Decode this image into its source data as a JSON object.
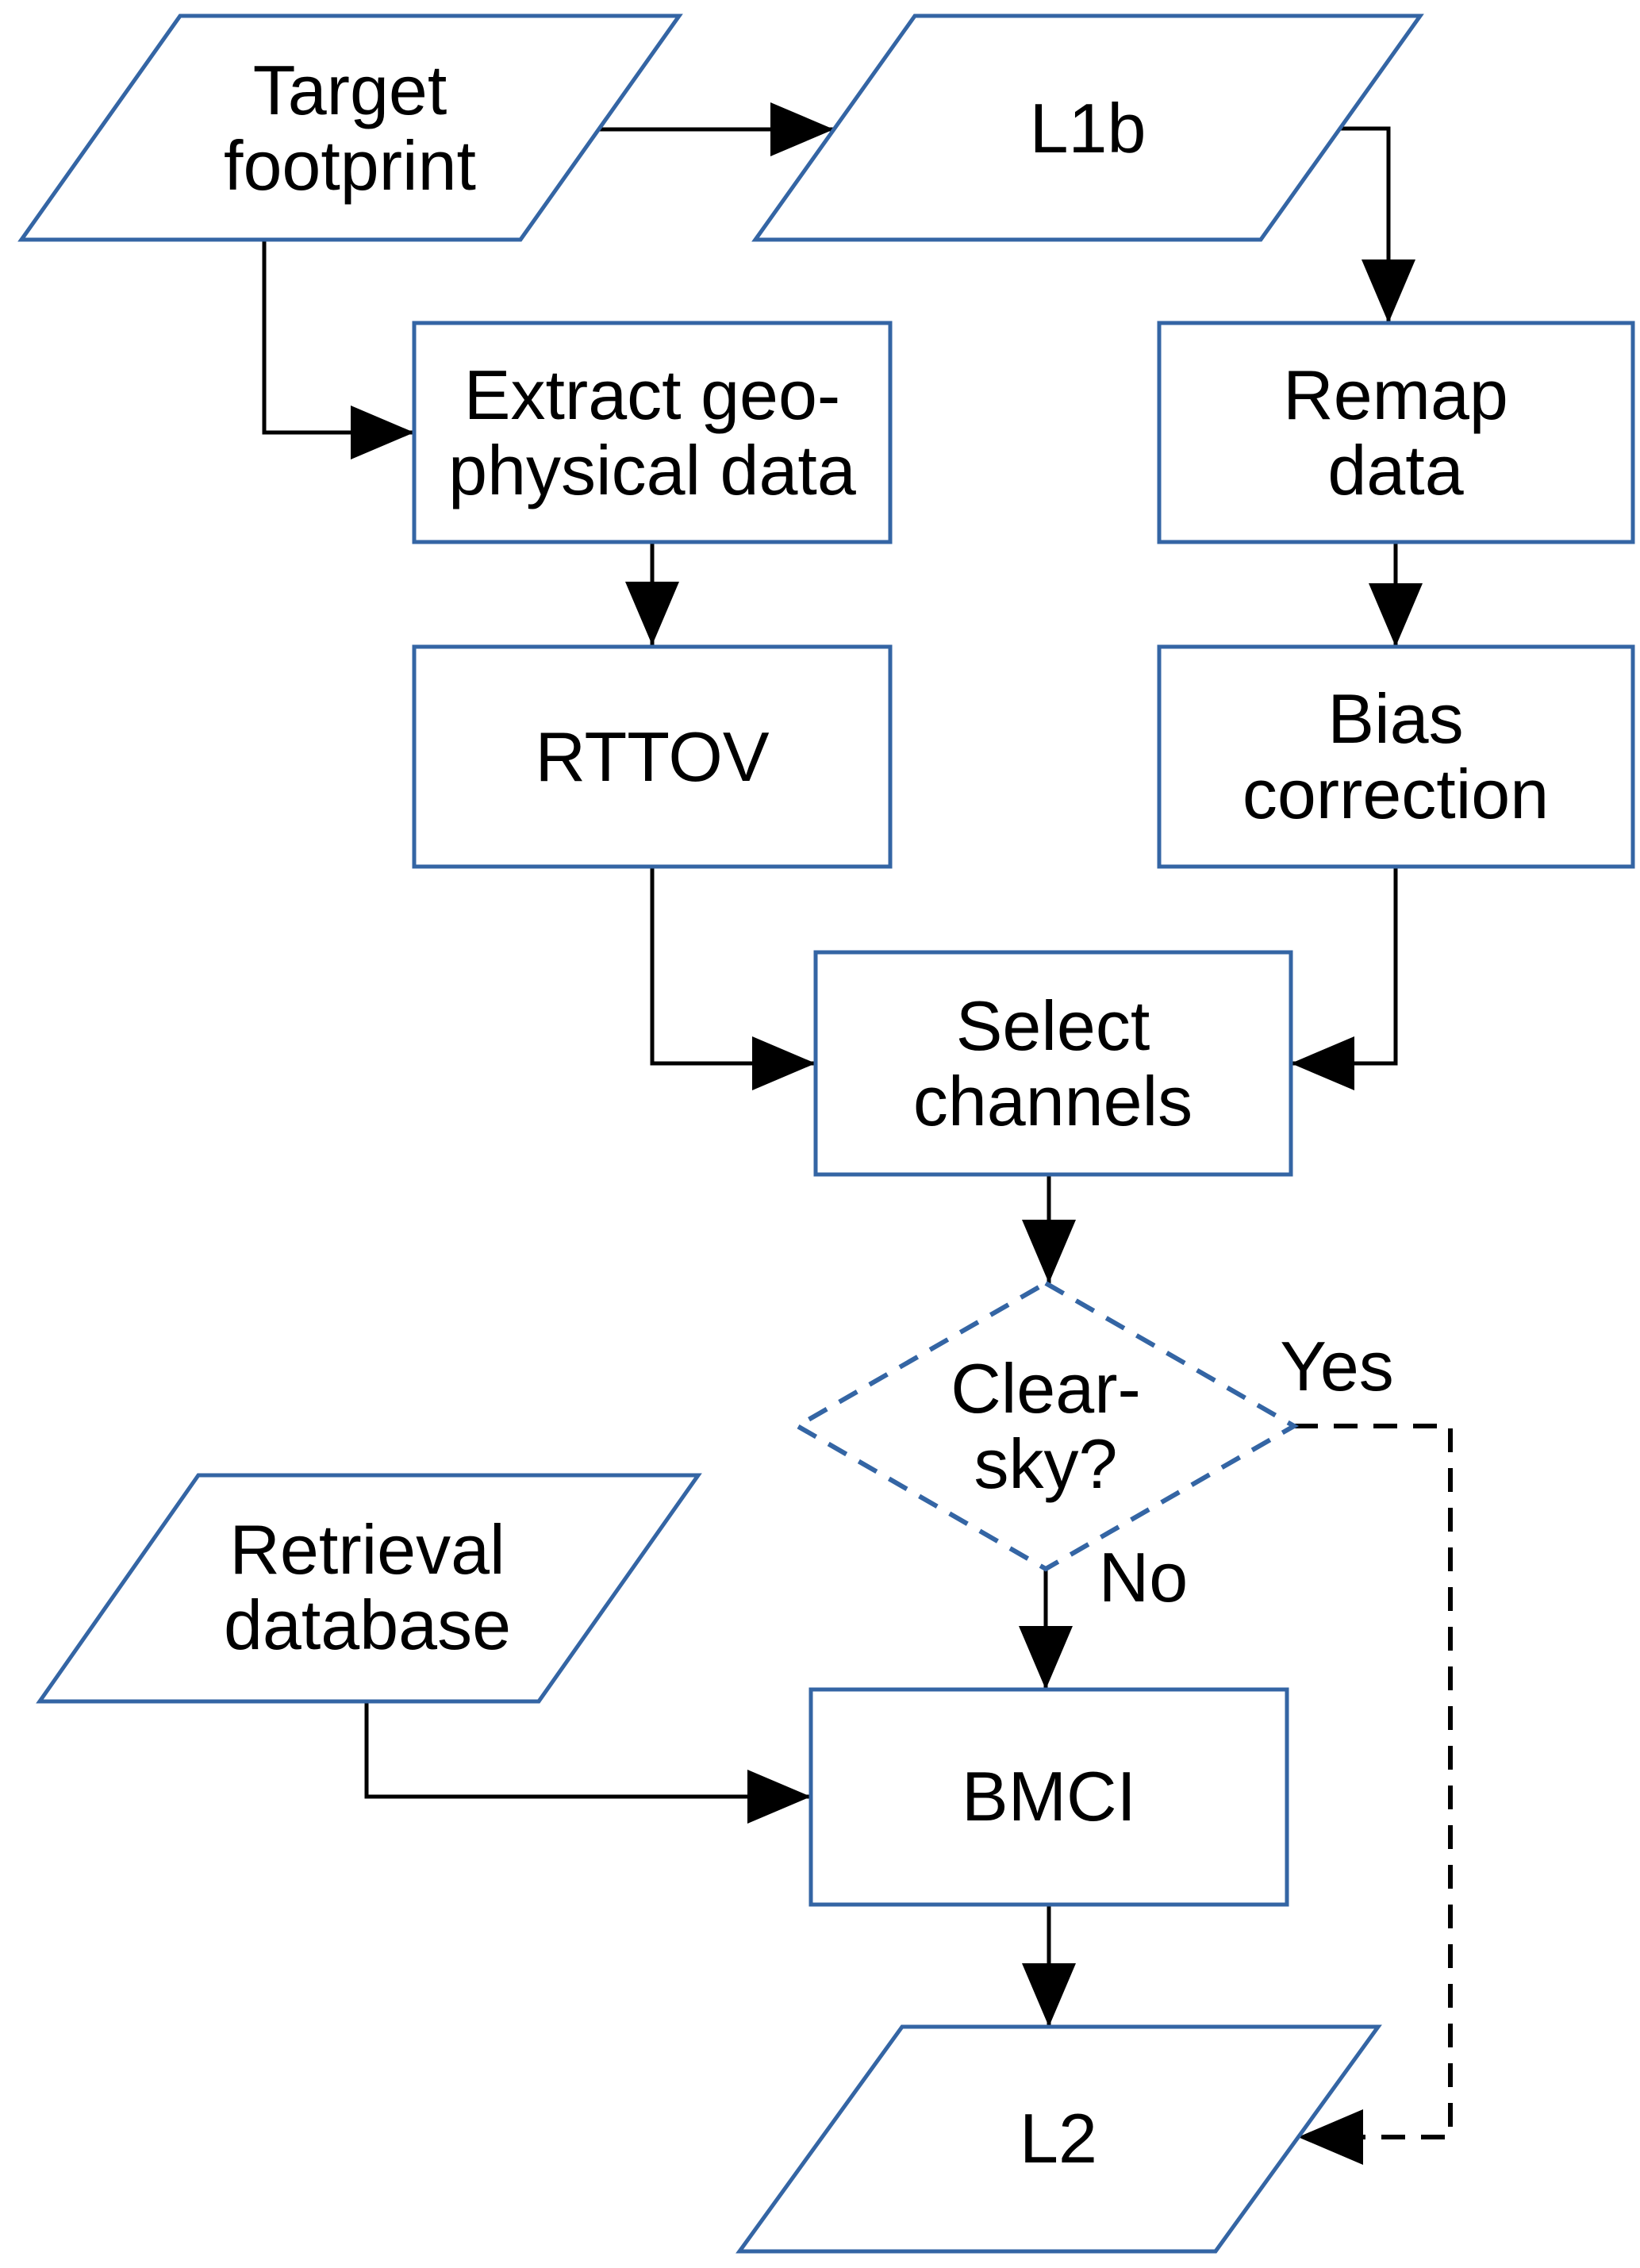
{
  "diagram": {
    "type": "flowchart",
    "colors": {
      "shape_stroke": "#3465a4",
      "connector": "#000000",
      "text": "#000000",
      "background": "#ffffff"
    },
    "nodes": {
      "target_footprint": {
        "shape": "parallelogram",
        "line1": "Target",
        "line2": "footprint"
      },
      "l1b": {
        "shape": "parallelogram",
        "line1": "L1b"
      },
      "extract_geo": {
        "shape": "process",
        "line1": "Extract geo-",
        "line2": "physical data"
      },
      "remap_data": {
        "shape": "process",
        "line1": "Remap",
        "line2": "data"
      },
      "rttov": {
        "shape": "process",
        "line1": "RTTOV"
      },
      "bias_correction": {
        "shape": "process",
        "line1": "Bias",
        "line2": "correction"
      },
      "select_channels": {
        "shape": "process",
        "line1": "Select",
        "line2": "channels"
      },
      "clear_sky": {
        "shape": "decision",
        "line1": "Clear-",
        "line2": "sky?"
      },
      "retrieval_database": {
        "shape": "parallelogram",
        "line1": "Retrieval",
        "line2": "database"
      },
      "bmci": {
        "shape": "process",
        "line1": "BMCI"
      },
      "l2": {
        "shape": "parallelogram",
        "line1": "L2"
      }
    },
    "edge_labels": {
      "yes": "Yes",
      "no": "No"
    }
  }
}
